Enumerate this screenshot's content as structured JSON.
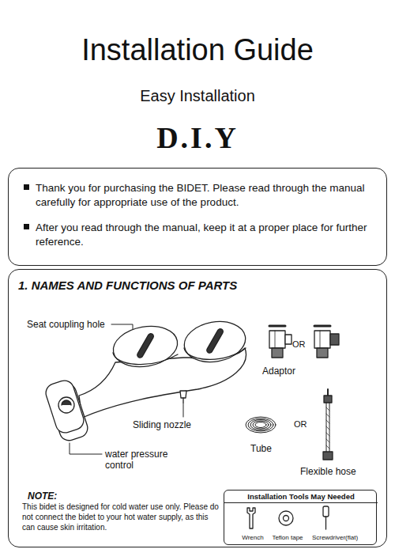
{
  "diagram": {
    "title": "Installation Guide",
    "nodes": [
      {
        "text": [
          "Thank you for purchasing the BIDET. Please read through the manual carefully for appropriate use of the product.",
          "After you read through the manual, keep it at a proper place for further reference."
        ]
      },
      {
        "text": [
          "1. NAMES AND FUNCTIONS OF PARTS"
        ]
      },
      {
        "text": [
          "Installation Tools May Needed",
          "Wrench",
          "Teflon tape",
          "Screwdriver(flat)"
        ],
        "in": 1
      }
    ],
    "edges": [],
    "labels": [
      "Easy Installation",
      "D.I.Y",
      "Seat coupling hole",
      "Adaptor",
      "OR",
      "OR",
      "Sliding nozzle",
      "Tube",
      "Flexible hose",
      "water pressure control",
      "NOTE:",
      "This bidet is designed for cold water use only. Please do not connect the bidet to your hot water supply, as this can cause skin irritation."
    ]
  }
}
